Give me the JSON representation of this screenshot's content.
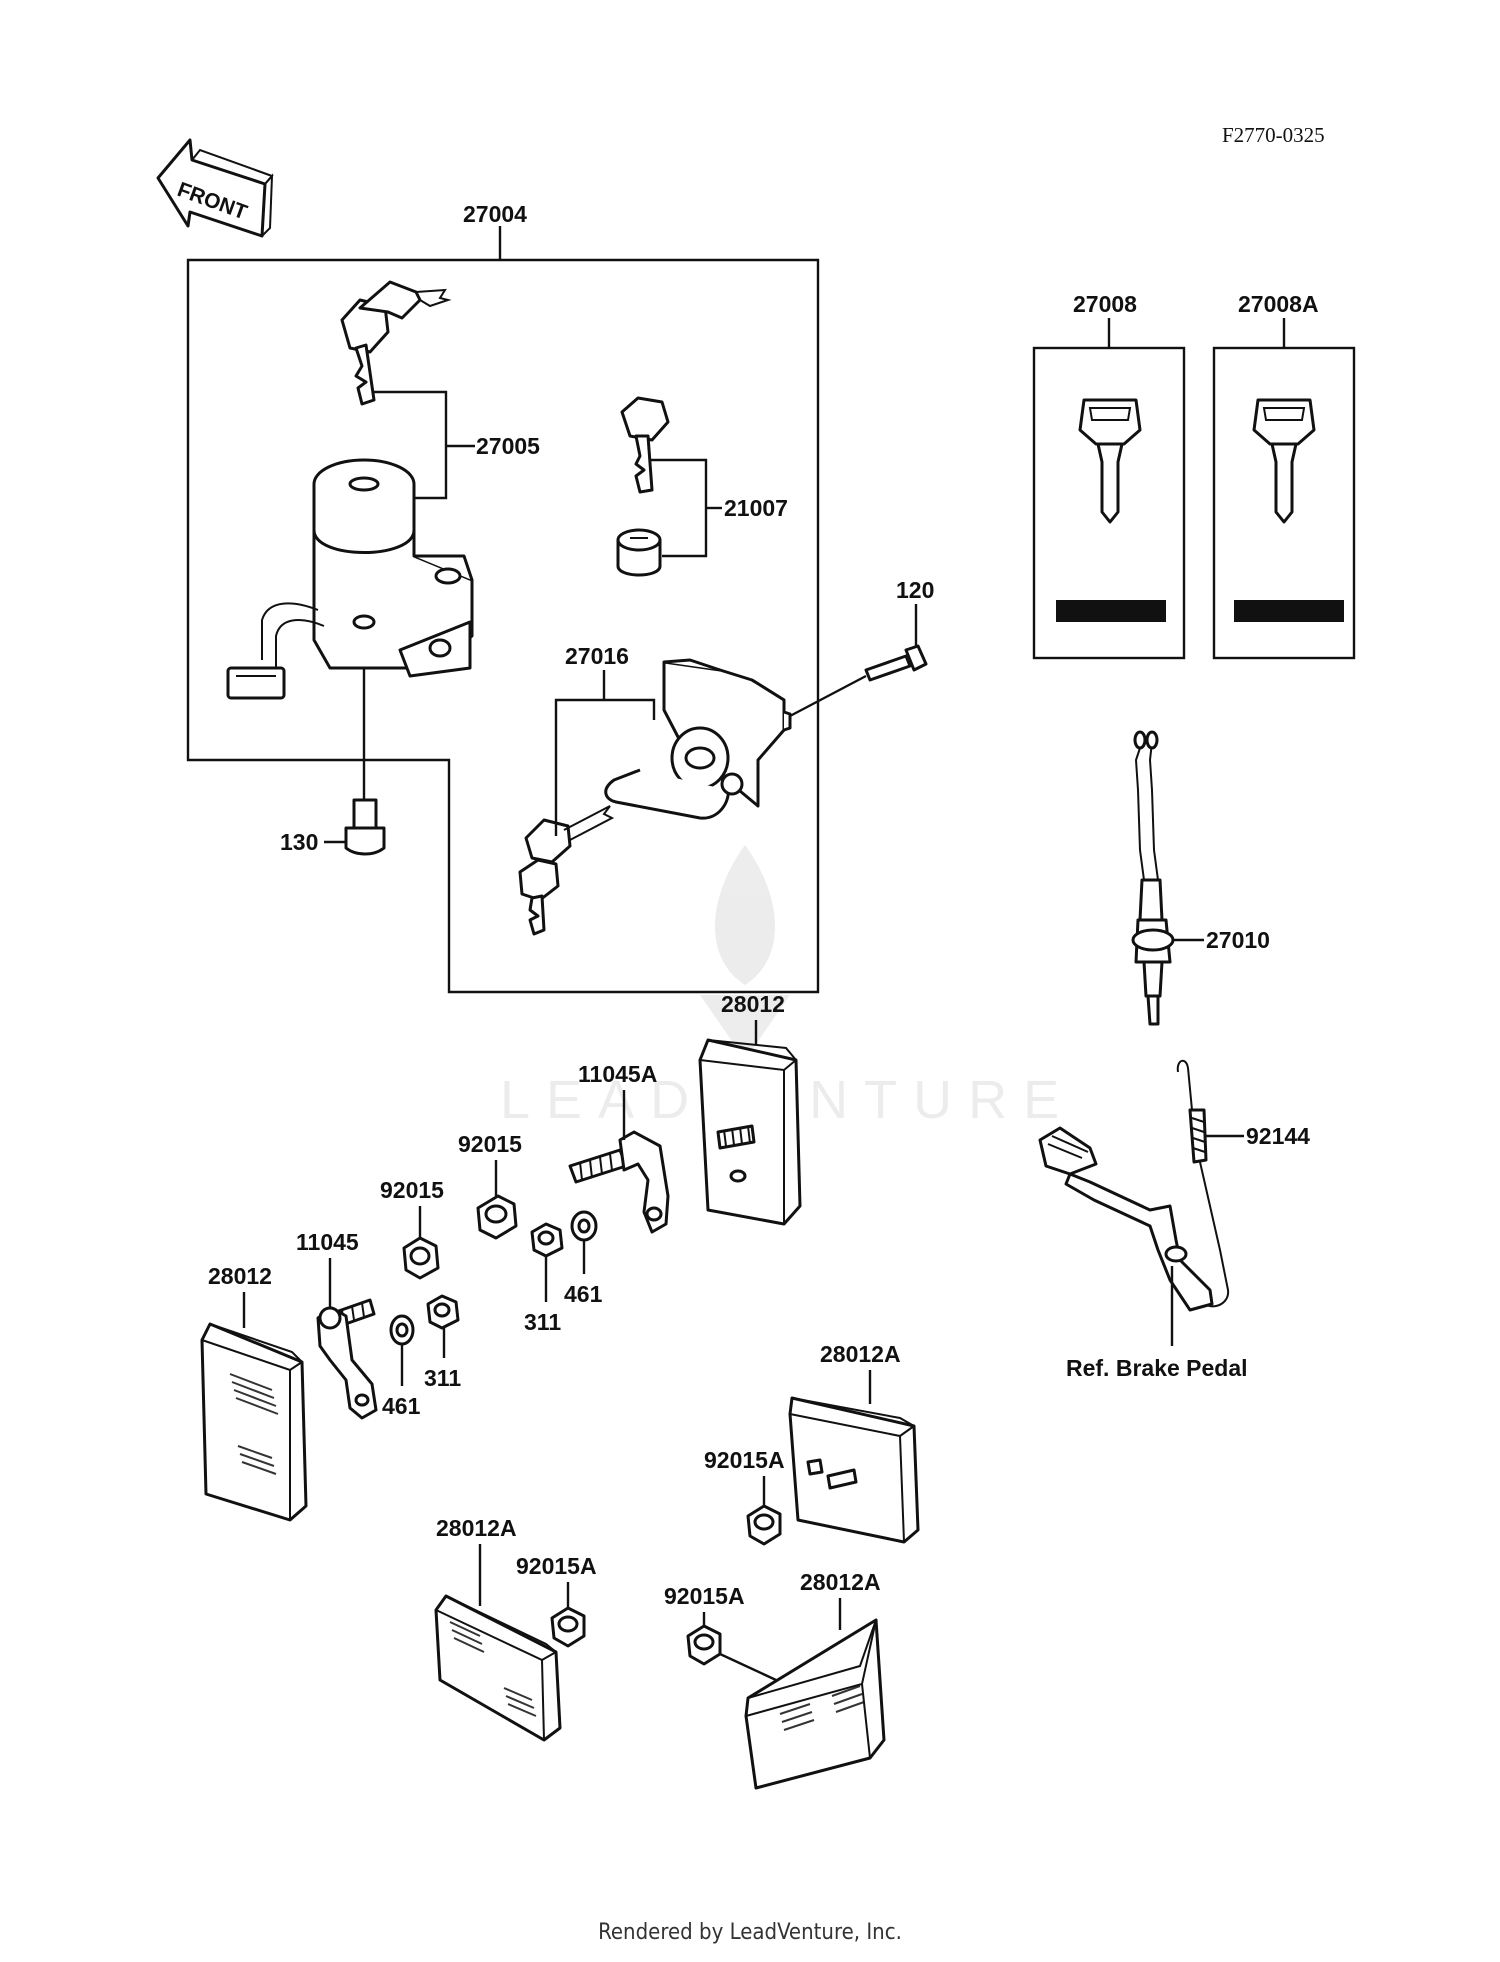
{
  "diagram": {
    "code": "F2770-0325",
    "front_label": "FRONT",
    "watermark": "LEADVENTURE",
    "ref_label": "Ref. Brake Pedal",
    "callouts": {
      "p27004": "27004",
      "p27005": "27005",
      "p21007": "21007",
      "p120": "120",
      "p27016": "27016",
      "p130": "130",
      "p27008": "27008",
      "p27008A": "27008A",
      "p27010": "27010",
      "p28012_top": "28012",
      "p11045A": "11045A",
      "p92015_a": "92015",
      "p92015_b": "92015",
      "p11045": "11045",
      "p28012_left": "28012",
      "p461_a": "461",
      "p311_a": "311",
      "p461_b": "461",
      "p311_b": "311",
      "p92144": "92144",
      "p28012A_a": "28012A",
      "p92015A_a": "92015A",
      "p28012A_b": "28012A",
      "p92015A_b": "92015A",
      "p92015A_c": "92015A",
      "p28012A_c": "28012A"
    }
  },
  "footer": "Rendered by LeadVenture, Inc."
}
